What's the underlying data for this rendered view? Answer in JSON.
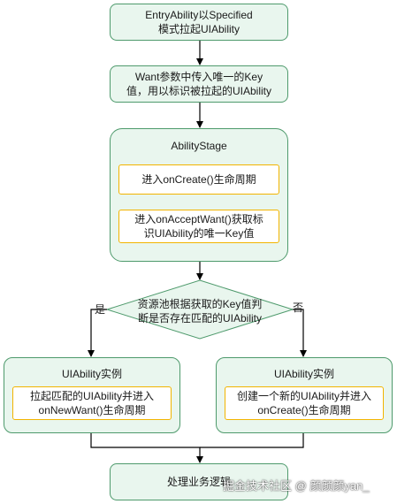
{
  "nodes": {
    "start": "EntryAbility以Specified\n模式拉起UIAbility",
    "want": "Want参数中传入唯一的Key\n值，用以标识被拉起的UIAbility",
    "stage_title": "AbilityStage",
    "oncreate": "进入onCreate()生命周期",
    "onacceptwant": "进入onAcceptWant()获取标\n识UIAbility的唯一Key值",
    "decision": "资源池根据获取的Key值判\n断是否存在匹配的UIAbility",
    "left_title": "UIAbility实例",
    "left_action": "拉起匹配的UIAbility并进入\nonNewWant()生命周期",
    "right_title": "UIAbility实例",
    "right_action": "创建一个新的UIAbility并进入\nonCreate()生命周期",
    "end": "处理业务逻辑"
  },
  "edge_labels": {
    "yes": "是",
    "no": "否"
  },
  "watermark": "掘金技术社区 @ 颜颜颜yan_",
  "colors": {
    "green_fill": "#e9f6ee",
    "green_stroke": "#4e9a6c",
    "yellow_stroke": "#f2b400",
    "arrow": "#000000"
  }
}
